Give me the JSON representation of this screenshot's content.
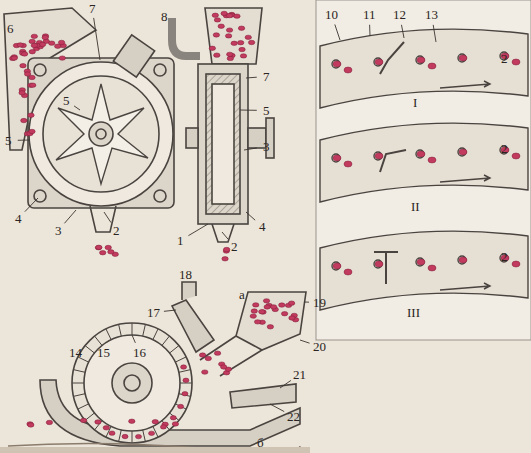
{
  "diagram": {
    "labels": [
      "6",
      "7",
      "5",
      "5",
      "4",
      "3",
      "2",
      "8",
      "7",
      "5",
      "3",
      "4",
      "1",
      "2",
      "10",
      "11",
      "12",
      "13",
      "2",
      "I",
      "2",
      "II",
      "2",
      "III",
      "а",
      "18",
      "19",
      "17",
      "20",
      "14",
      "15",
      "16",
      "21",
      "22",
      "б"
    ]
  }
}
